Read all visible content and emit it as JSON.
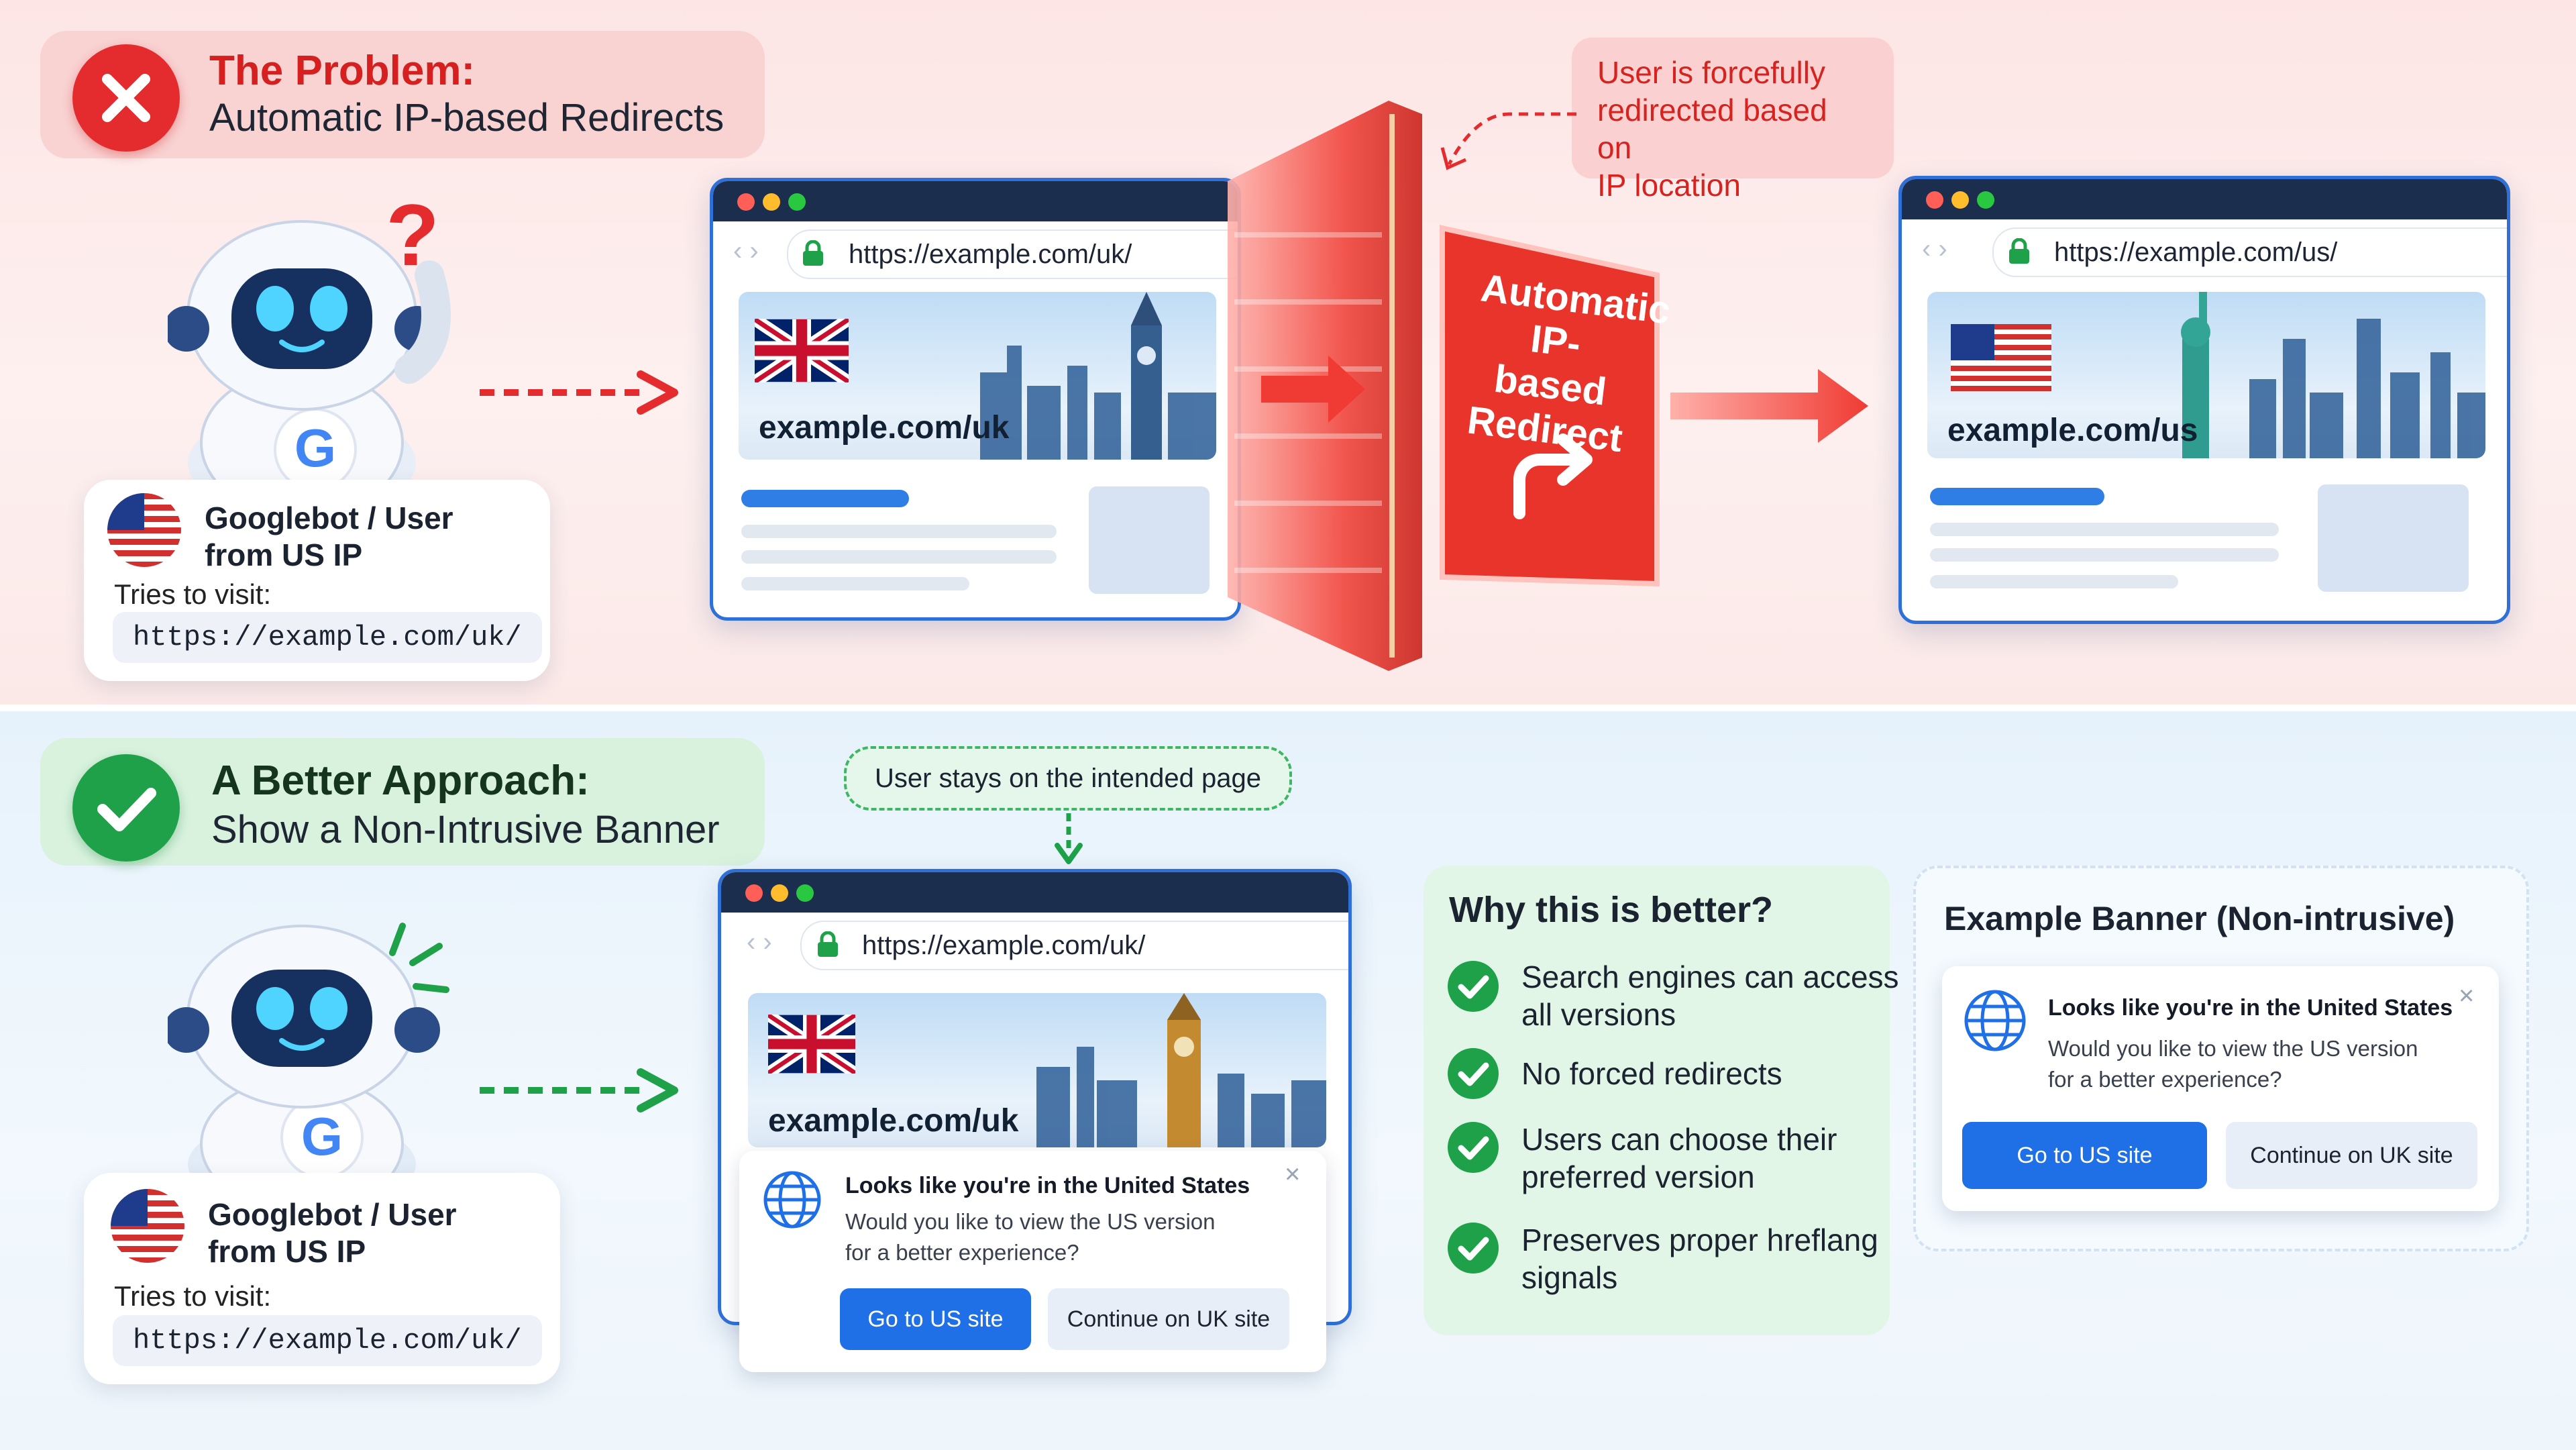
{
  "problem": {
    "title": "The Problem:",
    "subtitle": "Automatic IP-based Redirects",
    "user_card": {
      "name_line1": "Googlebot / User",
      "name_line2": "from US IP",
      "tries": "Tries to visit:",
      "url": "https://example.com/uk/"
    },
    "browser_uk": {
      "url": "https://example.com/uk/",
      "label": "example.com/uk"
    },
    "wall": {
      "line1": "Automatic",
      "line2": "IP-based",
      "line3": "Redirect"
    },
    "note": {
      "line1": "User is forcefully",
      "line2": "redirected based on",
      "line3": "IP location"
    },
    "browser_us": {
      "url": "https://example.com/us/",
      "label": "example.com/us"
    }
  },
  "better": {
    "title": "A Better Approach:",
    "subtitle": "Show a Non-Intrusive Banner",
    "note": "User stays on the intended page",
    "user_card": {
      "name_line1": "Googlebot / User",
      "name_line2": "from US IP",
      "tries": "Tries to visit:",
      "url": "https://example.com/uk/"
    },
    "browser": {
      "url": "https://example.com/uk/",
      "label": "example.com/uk"
    },
    "banner": {
      "title": "Looks like you're in the United States",
      "body_line1": "Would you like to view the US version",
      "body_line2": "for a better experience?",
      "primary": "Go to US site",
      "secondary": "Continue on UK site",
      "close": "×"
    },
    "why": {
      "title": "Why this is better?",
      "items": [
        {
          "line1": "Search engines can access",
          "line2": "all versions"
        },
        {
          "line1": "No forced redirects",
          "line2": ""
        },
        {
          "line1": "Users can choose their",
          "line2": "preferred version"
        },
        {
          "line1": "Preserves proper hreflang",
          "line2": "signals"
        }
      ]
    },
    "example": {
      "title": "Example Banner (Non-intrusive)",
      "banner_title": "Looks like you're in the United States",
      "body_line1": "Would you like to view the US version",
      "body_line2": "for a better experience?",
      "primary": "Go to US site",
      "secondary": "Continue on UK site",
      "close": "×"
    }
  },
  "colors": {
    "red": "#e42c2e",
    "green": "#1fa14a",
    "blue": "#1f6fe6",
    "navy": "#1c2e4d"
  },
  "icons": [
    "x-icon",
    "check-icon",
    "question-mark-icon",
    "robot-icon",
    "us-flag-icon",
    "uk-flag-icon",
    "lock-icon",
    "globe-icon",
    "redirect-arrow-icon",
    "big-ben-icon",
    "statue-of-liberty-icon"
  ]
}
